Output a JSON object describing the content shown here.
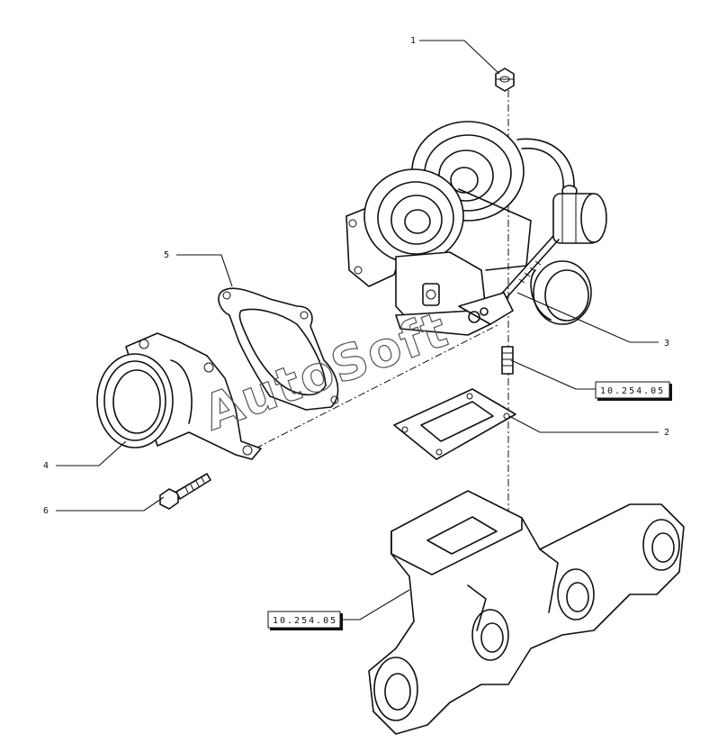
{
  "callouts": {
    "c1": "1",
    "c2": "2",
    "c3": "3",
    "c4": "4",
    "c5": "5",
    "c6": "6"
  },
  "references": {
    "ref_top": "10.254.05",
    "ref_bottom": "10.254.05"
  },
  "watermark": "AutoSoft",
  "colors": {
    "ink": "#111111",
    "background": "#ffffff"
  }
}
